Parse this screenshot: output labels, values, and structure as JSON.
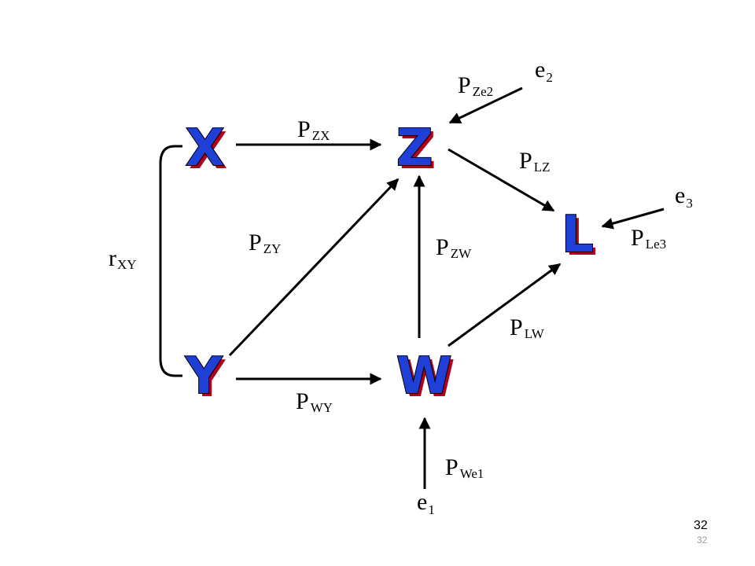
{
  "colors": {
    "node_fill": "#1f3fd6",
    "node_shadow": "#b3001b",
    "edge": "#000000",
    "page_number_light": "#9a9a9a"
  },
  "nodes": {
    "X": "X",
    "Y": "Y",
    "Z": "Z",
    "W": "W",
    "L": "L"
  },
  "labels": {
    "p_zx": {
      "main": "P",
      "sub": "ZX"
    },
    "p_zy": {
      "main": "P",
      "sub": "ZY"
    },
    "p_zw": {
      "main": "P",
      "sub": "ZW"
    },
    "p_wy": {
      "main": "P",
      "sub": "WY"
    },
    "p_lz": {
      "main": "P",
      "sub": "LZ"
    },
    "p_lw": {
      "main": "P",
      "sub": "LW"
    },
    "p_ze2": {
      "main": "P",
      "sub": "Ze2"
    },
    "p_le3": {
      "main": "P",
      "sub": "Le3"
    },
    "p_we1": {
      "main": "P",
      "sub": "We1"
    },
    "r_xy": {
      "main": "r",
      "sub": "XY"
    },
    "e1": {
      "main": "e",
      "sub": "1"
    },
    "e2": {
      "main": "e",
      "sub": "2"
    },
    "e3": {
      "main": "e",
      "sub": "3"
    }
  },
  "page_number": "32",
  "page_number_small": "32"
}
